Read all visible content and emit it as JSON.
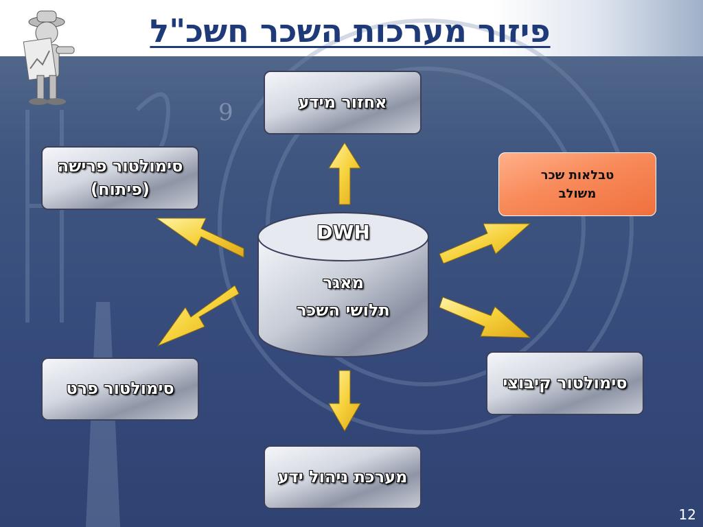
{
  "slide": {
    "title": "פיזור מערכות השכר חשכ\"ל",
    "page_number": "12"
  },
  "center": {
    "label_en": "DWH",
    "label_line1": "מאגר",
    "label_line2": "תלושי השכר"
  },
  "boxes": {
    "top": "אחזור מידע",
    "top_left_line1": "סימולטור פרישה",
    "top_left_line2": "(פיתוח)",
    "top_right_line1": "טבלאות שכר",
    "top_right_line2": "משולב",
    "bottom_left": "סימולטור פרט",
    "bottom_right": "סימולטור קיבוצי",
    "bottom": "מערכת ניהול ידע"
  },
  "colors": {
    "title": "#1f3a78",
    "arrow_fill": "#f6d23c",
    "highlight_box": "#f88a5a"
  }
}
